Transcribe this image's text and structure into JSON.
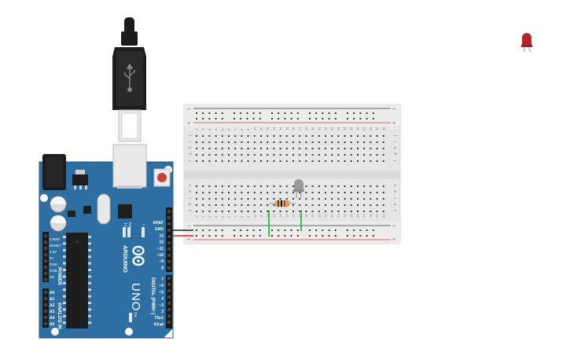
{
  "board": {
    "brand": "ARDUINO",
    "model": "UNO",
    "power_header_title": "POWER",
    "analog_header_title": "ANALOG IN",
    "digital_header_title": "DIGITAL (PWM~)",
    "on_label": "ON",
    "tx_label": "TX",
    "rx_label": "RX",
    "l_label": "L",
    "power_pins": [
      "IOREF",
      "RESET",
      "3.3V",
      "5V",
      "GND",
      "GND",
      "Vin"
    ],
    "analog_pins": [
      "A0",
      "A1",
      "A2",
      "A3",
      "A4",
      "A5"
    ],
    "top_pins": [
      "AREF",
      "GND",
      "13",
      "12",
      "~11",
      "~10",
      "~9",
      "8"
    ],
    "bottom_pins": [
      "7",
      "~6",
      "~5",
      "4",
      "~3",
      "2",
      "TX▸1",
      "RX◂0"
    ]
  },
  "breadboard": {
    "columns": [
      "1",
      "2",
      "3",
      "4",
      "5",
      "6",
      "7",
      "8",
      "9",
      "10",
      "11",
      "12",
      "13",
      "14",
      "15",
      "16",
      "17",
      "18",
      "19",
      "20",
      "21",
      "22",
      "23",
      "24",
      "25",
      "26",
      "27",
      "28",
      "29",
      "30"
    ],
    "rows_top": [
      "j",
      "i",
      "h",
      "g",
      "f"
    ],
    "rows_bottom": [
      "e",
      "d",
      "c",
      "b",
      "a"
    ],
    "rail_minus": "−",
    "rail_plus": "+"
  },
  "colors": {
    "board": "#2d6ea3",
    "board_dark": "#245b88",
    "breadboard": "#e6e6e6",
    "rail_red": "#cc3b3b",
    "rail_dark": "#333333",
    "wire_green": "#2fb34a",
    "wire_red": "#e02020",
    "wire_black": "#222222",
    "led_red": "#b5252b",
    "led_gray": "#9a9a9a"
  },
  "icons": {
    "usb": "usb-icon",
    "led_component_red": "led-icon",
    "led_on_board": "led-icon",
    "resistor": "resistor-icon",
    "logo": "arduino-logo-icon"
  }
}
